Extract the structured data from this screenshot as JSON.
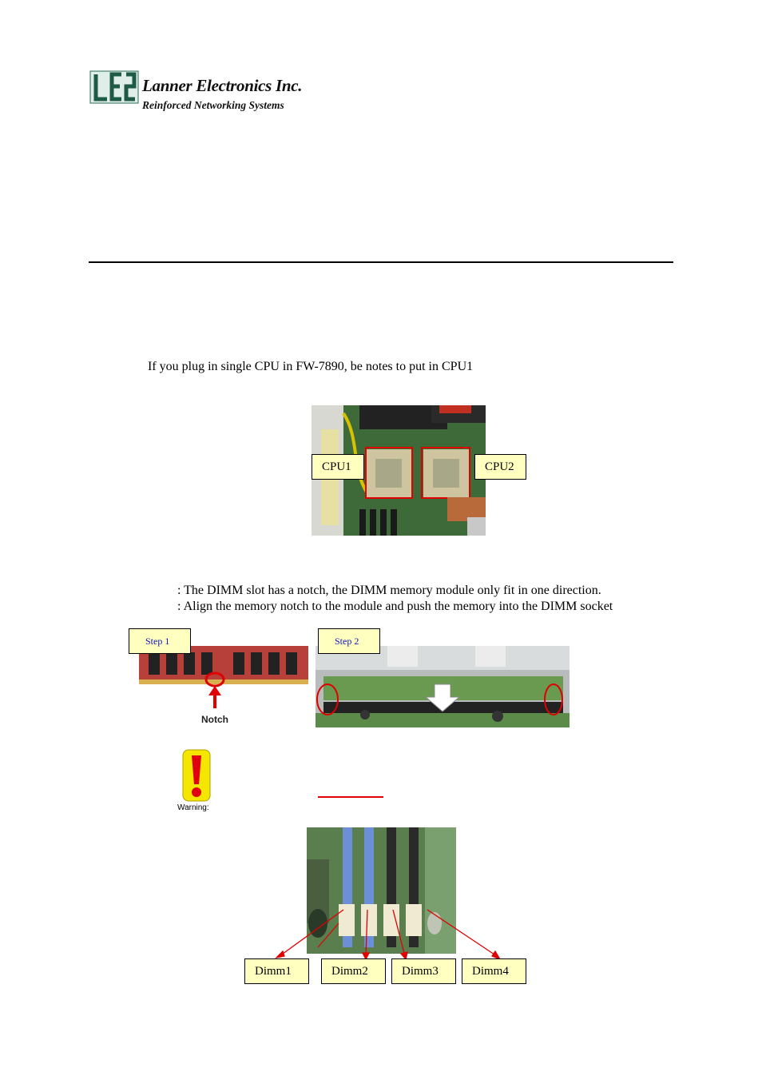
{
  "header": {
    "company_name": "Lanner Electronics Inc.",
    "tagline": "Reinforced Networking Systems"
  },
  "content": {
    "cpu_note": "If you plug in single CPU in FW-7890, be notes to put in CPU1",
    "cpu_labels": [
      "CPU1",
      "CPU2"
    ],
    "dimm_step1_text": ": The DIMM slot has a notch, the DIMM memory module only fit in one direction.",
    "dimm_step2_text": ": Align the memory notch to the module and push the memory into the DIMM socket",
    "step_labels": [
      "Step 1",
      "Step 2"
    ],
    "notch_label": "Notch",
    "warning_label": "Warning:",
    "dimm_labels": [
      "Dimm1",
      "Dimm2",
      "Dimm3",
      "Dimm4"
    ]
  },
  "colors": {
    "label_fill": "#ffffc0",
    "annotation_red": "#e00000",
    "step_text": "#1010c0",
    "warning_yellow": "#f5e600"
  }
}
